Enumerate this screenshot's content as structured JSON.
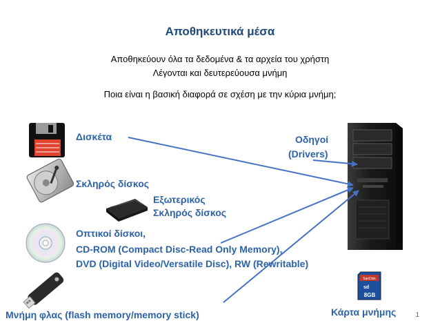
{
  "slide": {
    "title": "Αποθηκευτικά μέσα",
    "line1": "Αποθηκεύουν όλα τα δεδομένα & τα αρχεία του χρήστη",
    "line2": "Λέγονται και δευτερεύουσα μνήμη",
    "question": "Ποια είναι η βασική διαφορά σε σχέση με την κύρια μνήμη;",
    "page_number": "1"
  },
  "items": {
    "floppy": "Δισκέτα",
    "hdd": "Σκληρός δίσκος",
    "ext_hdd_line1": "Εξωτερικός",
    "ext_hdd_line2": "Σκληρός δίσκος",
    "optical_line1": "Οπτικοί δίσκοι,",
    "optical_line2": "CD-ROM (Compact Disc-Read Only Memory),",
    "optical_line3": "DVD (Digital Video/Versatile Disc), RW (Rewritable)",
    "flash": "Μνήμη φλας (flash memory/memory stick)",
    "drivers_line1": "Οδηγοί",
    "drivers_line2": "(Drivers)",
    "memory_card": "Κάρτα μνήμης",
    "sd_brand": "SanDisk",
    "sd_size": "8GB"
  },
  "colors": {
    "title": "#1f497d",
    "label_blue": "#2c62a8",
    "arrow": "#4472c4"
  }
}
